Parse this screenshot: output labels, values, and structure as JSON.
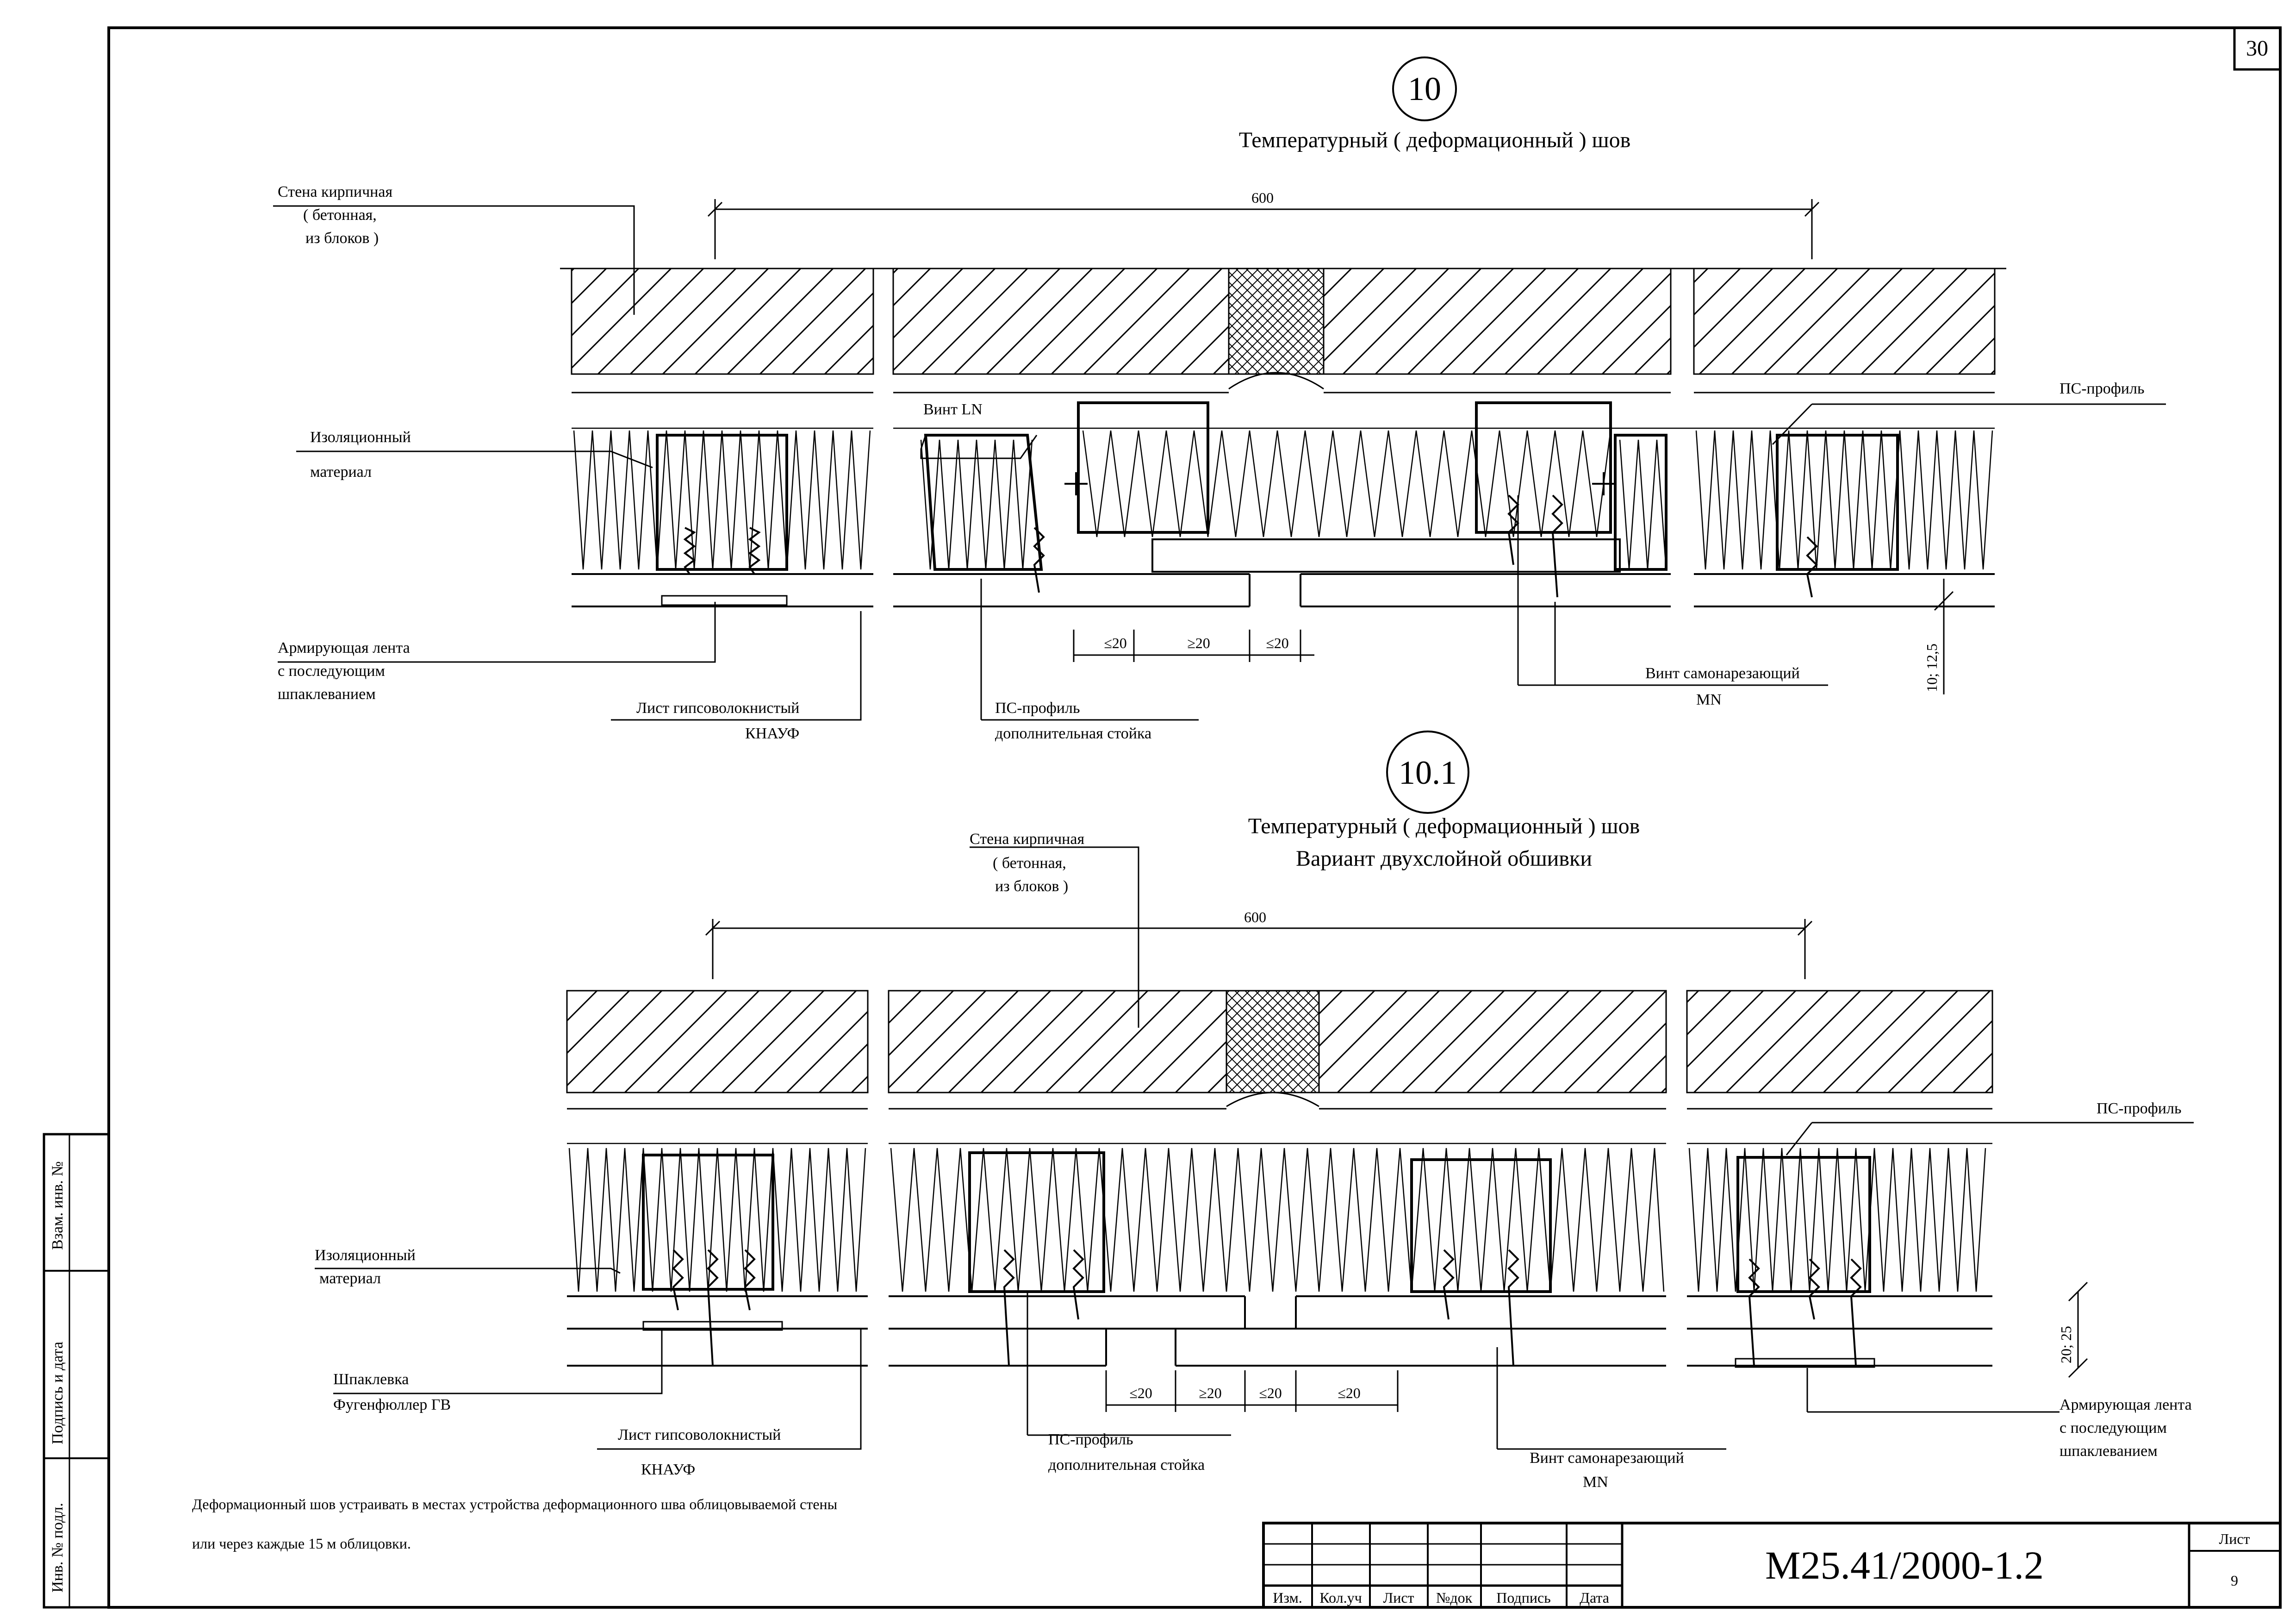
{
  "sheet_number": "30",
  "side_stamp": {
    "vzam_inv": "Взам. инв. №",
    "podpis_data": "Подпись и дата",
    "inv_podl": "Инв. № подл."
  },
  "detail_10": {
    "number": "10",
    "title": "Температурный ( деформационный  ) шов",
    "dim_600": "600",
    "wall_label": [
      "Стена кирпичная",
      "( бетонная,",
      "из блоков )"
    ],
    "insulation_label": [
      "Изоляционный",
      "материал"
    ],
    "screw_ln": "Винт   LN",
    "ps_profile": "ПС-профиль",
    "tape_label": [
      "Армирующая лента",
      "с последующим",
      "шпаклеванием"
    ],
    "sheet_label": [
      "Лист гипсоволокнистый",
      "КНАУФ"
    ],
    "ps_extra": [
      "ПС-профиль",
      "дополнительная стойка"
    ],
    "screw_mn": [
      "Винт самонарезающий",
      "MN"
    ],
    "dims_small": [
      "≤20",
      "≥20",
      "≤20"
    ],
    "dim_side": "10; 12,5"
  },
  "detail_10_1": {
    "number": "10.1",
    "title": "Температурный ( деформационный ) шов",
    "subtitle": "Вариант двухслойной обшивки",
    "dim_600": "600",
    "wall_label": [
      "Стена кирпичная",
      "( бетонная,",
      "из блоков )"
    ],
    "insulation_label": [
      "Изоляционный",
      "материал"
    ],
    "putty_label": [
      "Шпаклевка",
      "Фугенфюллер ГВ"
    ],
    "sheet_label": [
      "Лист гипсоволокнистый",
      "КНАУФ"
    ],
    "ps_extra": [
      "ПС-профиль",
      "дополнительная стойка"
    ],
    "screw_mn": [
      "Винт самонарезающий",
      "MN"
    ],
    "ps_profile": "ПС-профиль",
    "tape_label": [
      "Армирующая лента",
      "с последующим",
      "шпаклеванием"
    ],
    "dims_small": [
      "≤20",
      "≥20",
      "≤20",
      "≤20"
    ],
    "dim_side": "20; 25"
  },
  "note": [
    "Деформационный шов устраивать в местах устройства деформационного шва облицовываемой стены",
    "или через каждые 15 м облицовки."
  ],
  "title_block": {
    "code": "М25.41/2000-1.2",
    "sheet_label": "Лист",
    "sheet_value": "9",
    "columns": [
      "Изм.",
      "Кол.уч",
      "Лист",
      "№док",
      "Подпись",
      "Дата"
    ]
  }
}
